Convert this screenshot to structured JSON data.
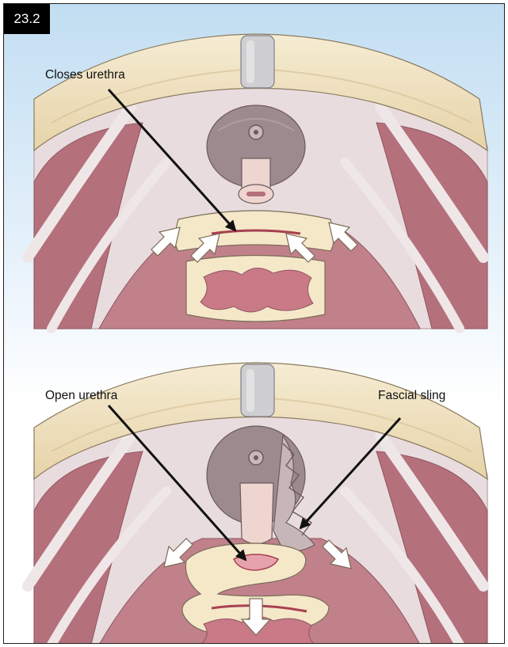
{
  "figure": {
    "number": "23.2"
  },
  "panel_top": {
    "callouts": [
      {
        "text": "Closes urethra"
      }
    ]
  },
  "panel_bottom": {
    "callouts": [
      {
        "text": "Open urethra"
      },
      {
        "text": "Fascial sling"
      }
    ]
  },
  "colors": {
    "bone": "#f1e3c2",
    "bone_outline": "#8a7b60",
    "cartilage": "#cfcfd2",
    "membrane": "#e9dcde",
    "muscle": "#b4707b",
    "mucosa": "#e3b4bb",
    "urethra": "#eed5cf",
    "bladder_neck": "#9d8a8e",
    "arrow_fill": "#ffffff",
    "pointer": "#111111",
    "sky_top": "#c2def2"
  }
}
